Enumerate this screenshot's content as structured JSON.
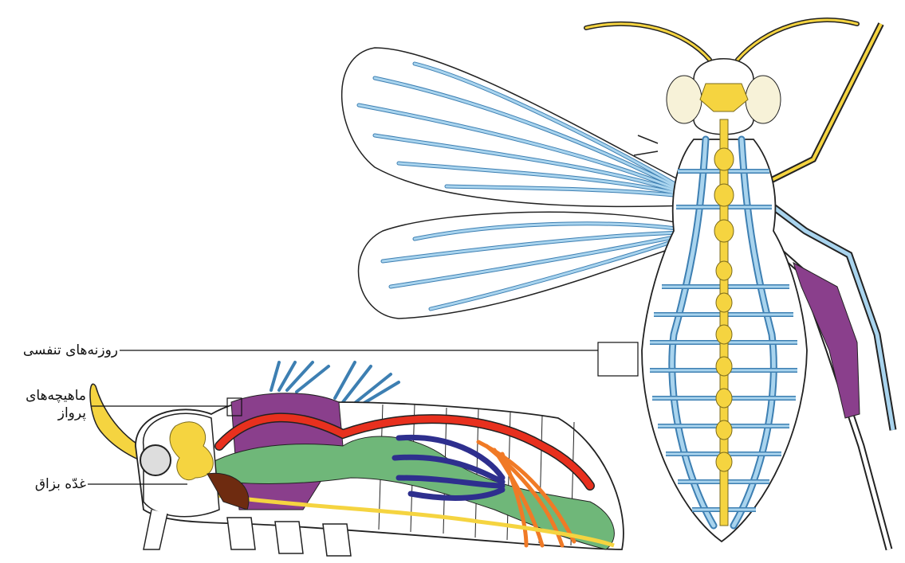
{
  "labels": {
    "respiratory_openings": "روزنه‌های تنفسی",
    "flight_muscles_line1": "ماهیچه‌های",
    "flight_muscles_line2": "پرواز",
    "salivary_gland": "غدّه بزاق"
  },
  "colors": {
    "tracheae": "#a9d4ee",
    "trachea_outline": "#3d7fb2",
    "nerve": "#f5d440",
    "heart": "#e8301e",
    "gut": "#6fb779",
    "muscle": "#8a3f8c",
    "reproductive": "#2e2f8e",
    "malpighian": "#f07a26",
    "outline": "#222222"
  }
}
